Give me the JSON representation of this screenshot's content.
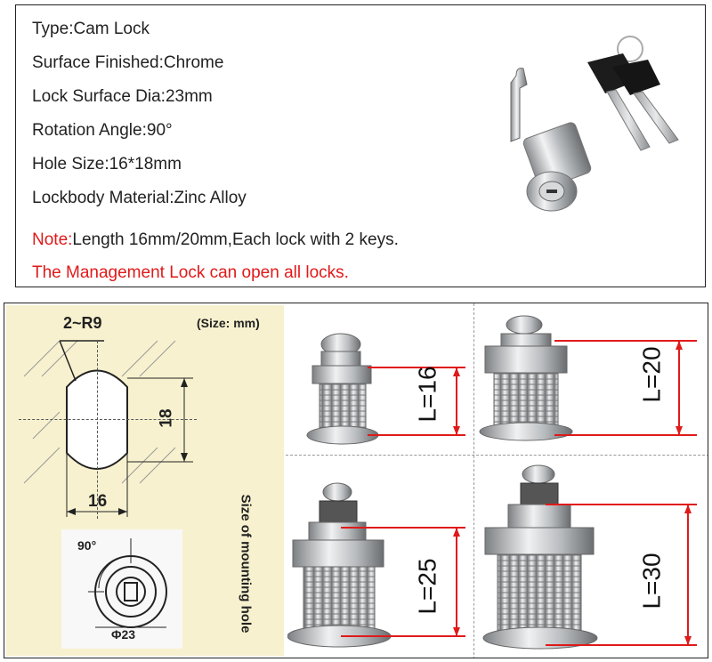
{
  "specs": {
    "type": "Type:Cam Lock",
    "surface": "Surface Finished:Chrome",
    "dia": "Lock Surface Dia:23mm",
    "rotation": "Rotation Angle:90°",
    "hole": "Hole Size:16*18mm",
    "material": "Lockbody Material:Zinc Alloy",
    "note_label": "Note:",
    "note_text": "Length 16mm/20mm,Each lock with 2 keys.",
    "management": "The Management Lock can open all locks."
  },
  "drawing": {
    "radius_label": "2~R9",
    "size_unit": "(Size: mm)",
    "height_dim": "18",
    "width_dim": "16",
    "mounting_note": "Size of mounting hole",
    "angle_label": "90°",
    "dia_label": "Φ23"
  },
  "lengths": {
    "l16": "L=16",
    "l20": "L=20",
    "l25": "L=25",
    "l30": "L=30"
  },
  "colors": {
    "accent": "#e01a1a",
    "panel": "#f7f1cf"
  }
}
